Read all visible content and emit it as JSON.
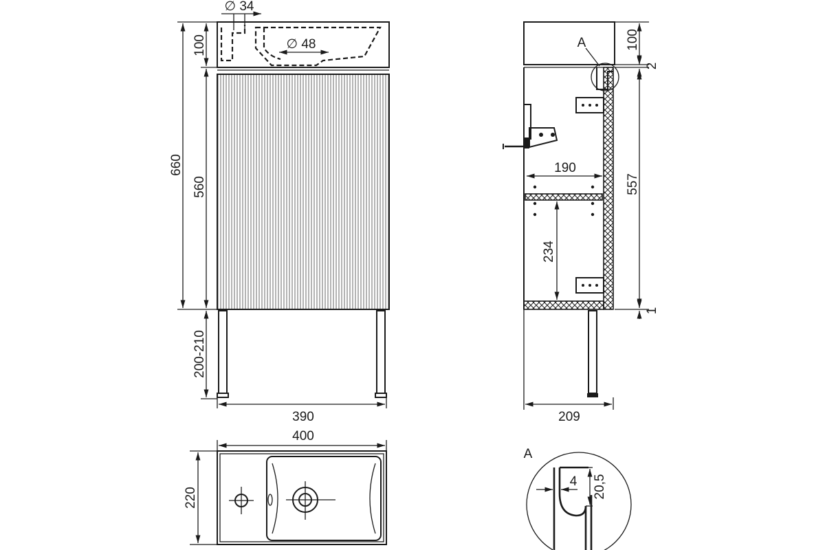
{
  "dimensions": {
    "total_height": "660",
    "top_height_front": "100",
    "cabinet_height": "560",
    "legs_height": "200-210",
    "cabinet_width": "390",
    "drain_diameter": "∅ 34",
    "bowl_drain_diameter": "∅ 48",
    "side_depth": "209",
    "shelf_width": "190",
    "shelf_height": "234",
    "side_height": "557",
    "top_height_side": "100",
    "gap_top": "2",
    "gap_bottom": "1",
    "basin_width": "400",
    "basin_depth": "220",
    "detail_thickness": "4",
    "detail_height": "20,5"
  },
  "labels": {
    "detail_callout": "A",
    "detail_title": "A"
  }
}
